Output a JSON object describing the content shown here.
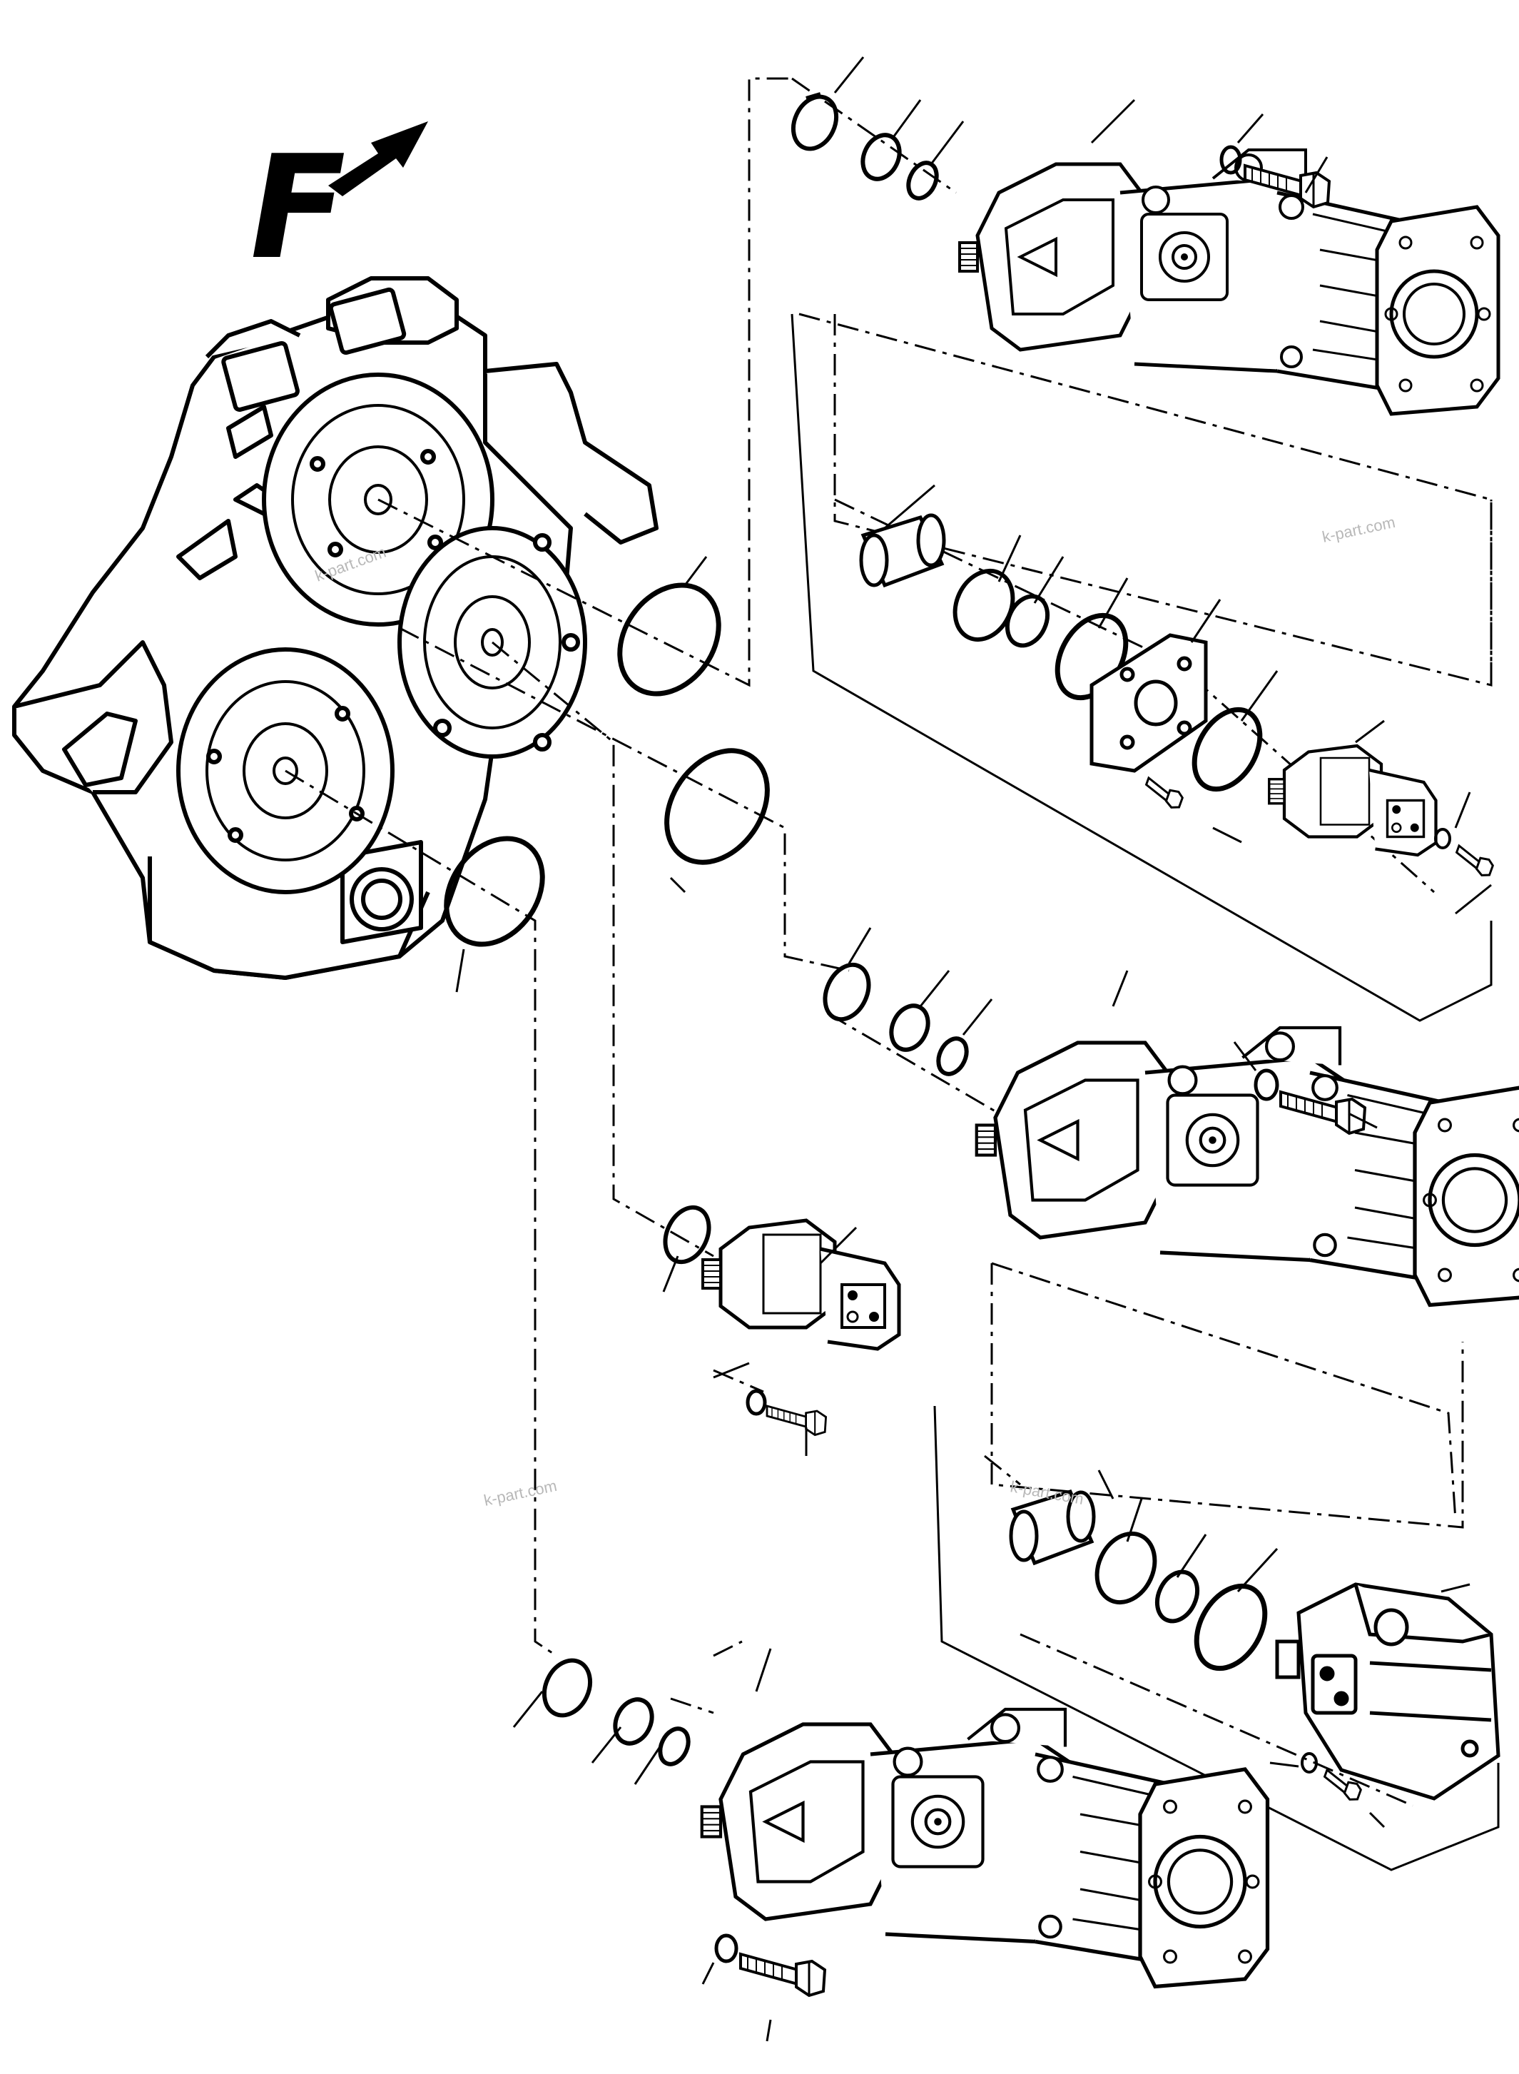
{
  "direction_label": "F",
  "watermarks": [
    "k-part.com",
    "k-part.com",
    "k-part.com",
    "k-part.com"
  ],
  "colors": {
    "line": "#000000",
    "background": "#ffffff",
    "watermark": "#b8b8b8"
  },
  "icons": {
    "direction_arrow": "arrow-icon"
  }
}
